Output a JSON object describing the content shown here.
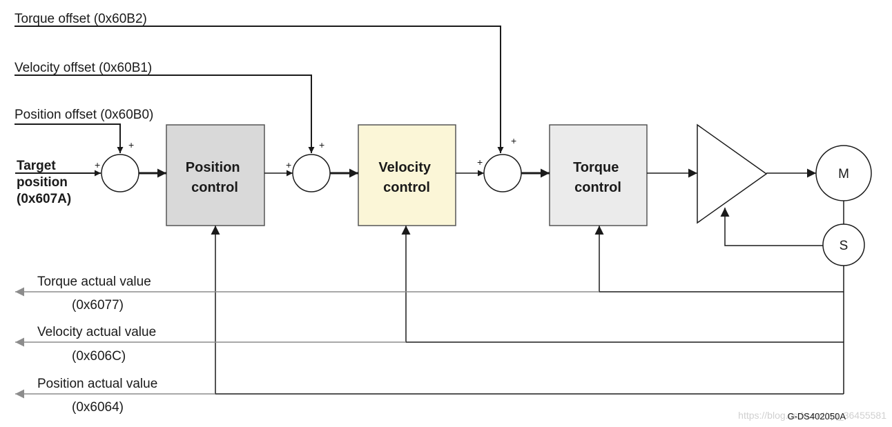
{
  "inputs": {
    "torque_offset": "Torque offset (0x60B2)",
    "velocity_offset": "Velocity offset (0x60B1)",
    "position_offset": "Position offset (0x60B0)",
    "target_position": [
      "Target",
      "position",
      "(0x607A)"
    ]
  },
  "blocks": {
    "position_control": [
      "Position",
      "control"
    ],
    "velocity_control": [
      "Velocity",
      "control"
    ],
    "torque_control": [
      "Torque",
      "control"
    ]
  },
  "motor": {
    "m": "M",
    "s": "S"
  },
  "sign": "+",
  "outputs": {
    "torque_actual": {
      "name": "Torque actual value",
      "code": "(0x6077)"
    },
    "velocity_actual": {
      "name": "Velocity actual value",
      "code": "(0x606C)"
    },
    "position_actual": {
      "name": "Position actual value",
      "code": "(0x6064)"
    }
  },
  "figure_code": "G-DS402050A",
  "watermark": "https://blog.csdn.net/qq_36455581",
  "colors": {
    "position_block": "#d9d9d9",
    "velocity_block": "#fbf6d7",
    "torque_block": "#ebebeb",
    "feedback_arrow": "#8c8c8c",
    "line": "#1a1a1a"
  }
}
